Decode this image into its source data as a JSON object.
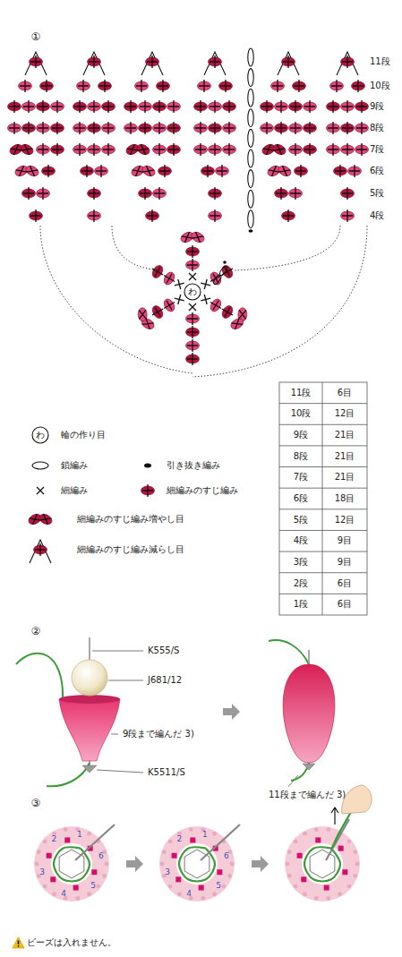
{
  "diagram": {
    "labels": [
      "①",
      "11段",
      "10段",
      "9段",
      "8段",
      "7段",
      "6段",
      "5段",
      "4段",
      "わ",
      "わ",
      "11段",
      "6目",
      "10段",
      "12目",
      "9段",
      "21目",
      "8段",
      "21目",
      "7段",
      "21目",
      "6段",
      "18目",
      "5段",
      "12目",
      "4段",
      "9目",
      "3段",
      "9目",
      "2段",
      "6目",
      "1段",
      "6目",
      "②",
      "K555/S",
      "J681/12",
      "9段まで編んだ 3)",
      "K5511/S",
      "11段まで編んだ 3)",
      "③",
      "1",
      "2",
      "3",
      "4",
      "5",
      "6",
      "1",
      "2",
      "3",
      "4",
      "5",
      "6",
      "ビーズは入れません。"
    ],
    "legend": [
      {
        "text": "輪の作り目"
      },
      {
        "text": "鎖編み"
      },
      {
        "text": "引き抜き編み"
      },
      {
        "text": "細編み"
      },
      {
        "text": "細編みのすじ編み"
      },
      {
        "text": "細編みのすじ編み増やし目"
      },
      {
        "text": "細編みのすじ編み減らし目"
      }
    ]
  }
}
